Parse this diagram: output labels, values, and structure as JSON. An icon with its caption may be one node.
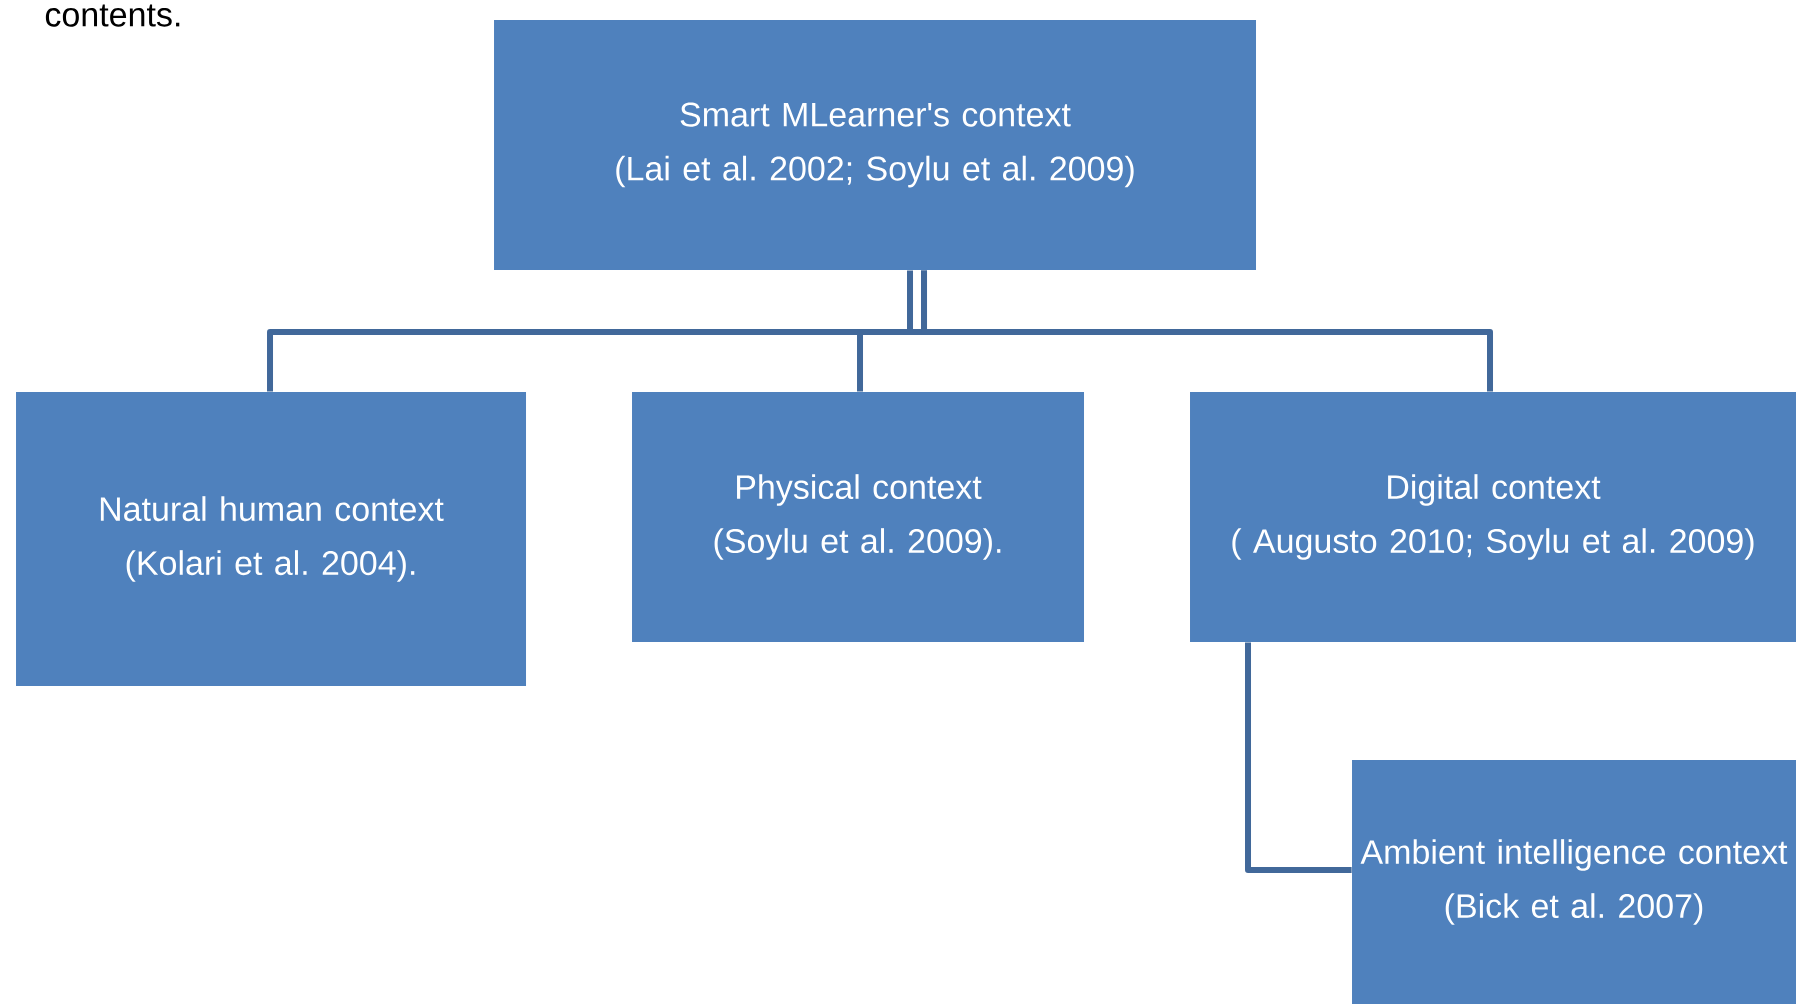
{
  "diagram": {
    "nodes": [
      {
        "text": [
          "Smart MLearner's context",
          "(Lai et al. 2002; Soylu et al. 2009)"
        ]
      },
      {
        "text": [
          "Natural human context",
          "(Kolari et al. 2004)."
        ]
      },
      {
        "text": [
          "Physical context",
          "(Soylu et al. 2009)."
        ]
      },
      {
        "text": [
          "Digital context",
          "( Augusto 2010; Soylu et al. 2009)"
        ]
      },
      {
        "text": [
          "Ambient intelligence context",
          "(Bick et al. 2007)"
        ]
      }
    ],
    "edges": [
      {
        "from": 0,
        "to": 1,
        "arrow": "none"
      },
      {
        "from": 0,
        "to": 2,
        "arrow": "none"
      },
      {
        "from": 0,
        "to": 3,
        "arrow": "none"
      },
      {
        "from": 3,
        "to": 4,
        "arrow": "none"
      }
    ],
    "labels": [
      "contents."
    ]
  }
}
